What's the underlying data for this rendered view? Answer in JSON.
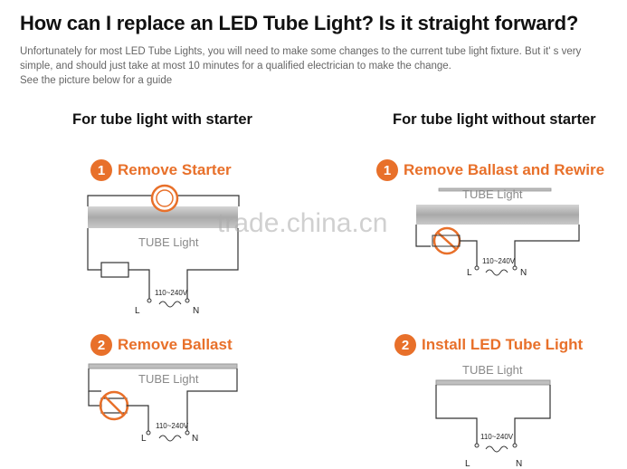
{
  "title": "How can I replace an LED Tube Light? Is it straight forward?",
  "intro": {
    "line1": "Unfortunately for most LED Tube Lights, you will need to make some changes to the current tube light fixture. But it'  s very",
    "line2": "simple, and should just take at most 10 minutes for a qualified electrician to make the change.",
    "line3": "See the picture below for a guide"
  },
  "left": {
    "heading": "For tube light with starter",
    "step1": {
      "num": "1",
      "label": "Remove Starter"
    },
    "step2": {
      "num": "2",
      "label": "Remove Ballast"
    }
  },
  "right": {
    "heading": "For tube light without starter",
    "step1": {
      "num": "1",
      "label": "Remove Ballast and Rewire"
    },
    "step2": {
      "num": "2",
      "label": "Install LED Tube Light"
    }
  },
  "diagram_labels": {
    "tube": "TUBE Light",
    "voltage": "110~240V",
    "live": "L",
    "neutral": "N"
  },
  "watermark": "trade.china.cn",
  "colors": {
    "accent": "#e8702a",
    "text": "#111111",
    "muted": "#666666"
  }
}
